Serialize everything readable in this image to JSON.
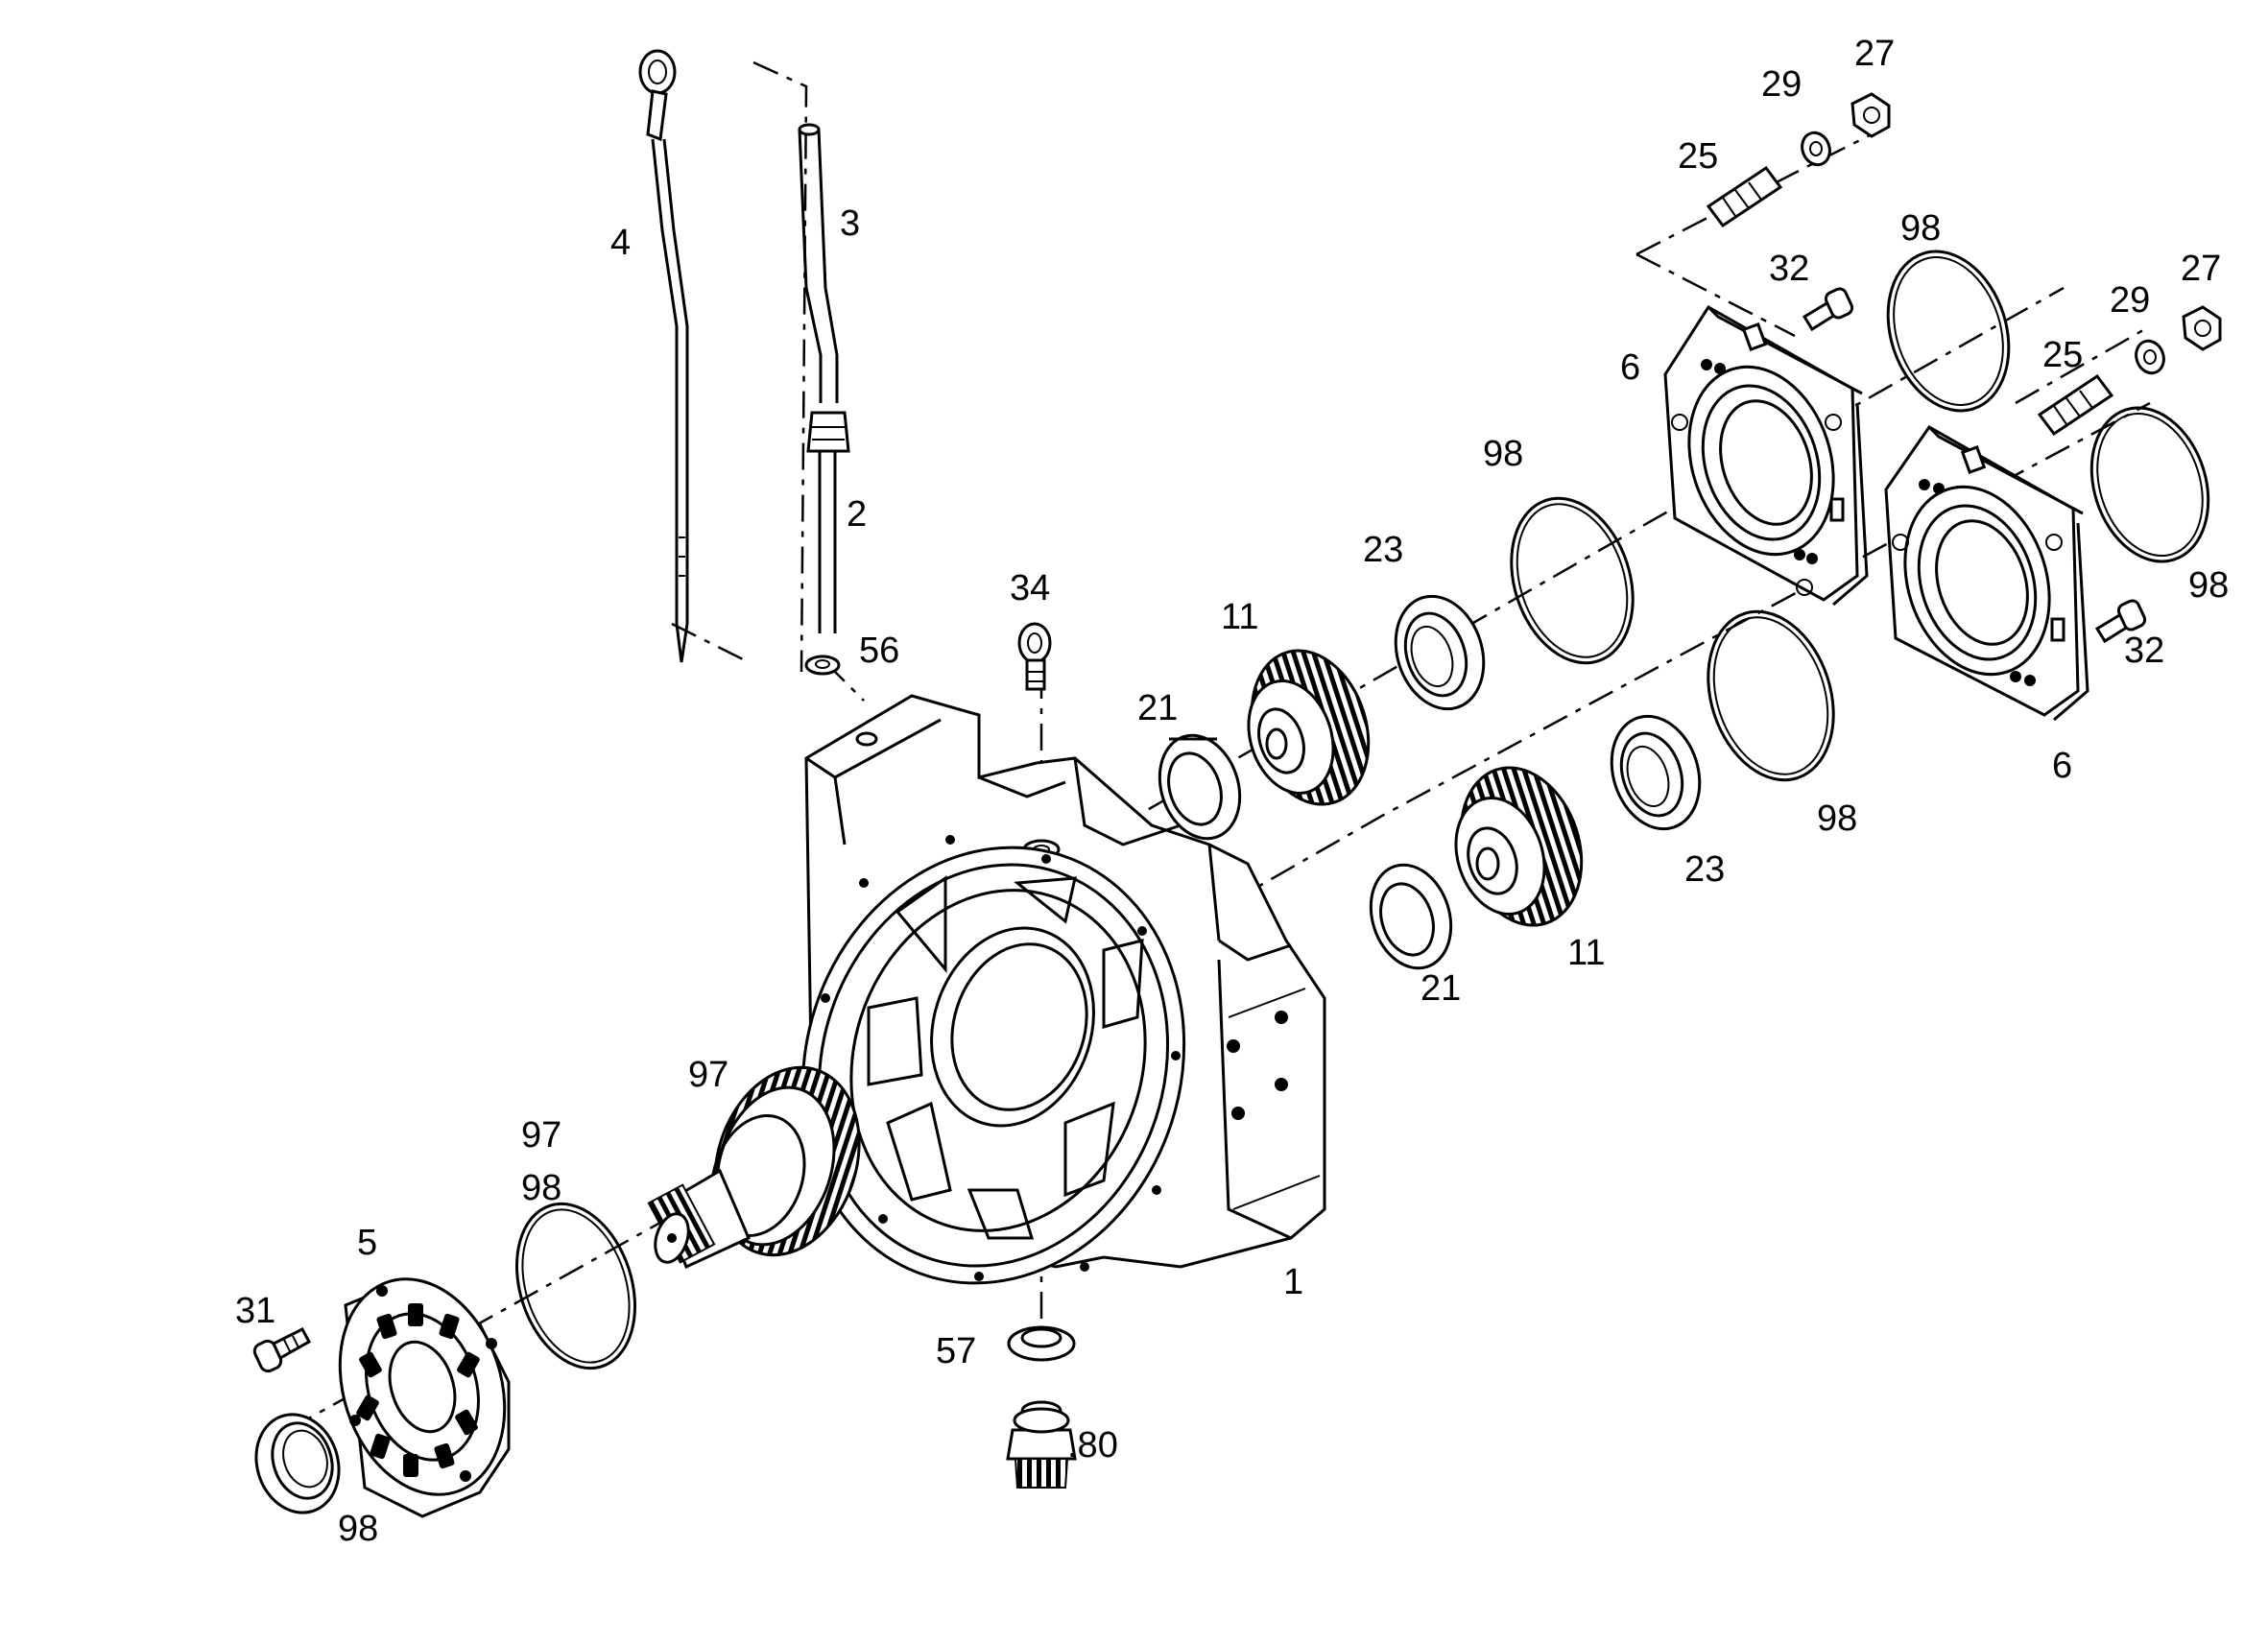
{
  "callouts": {
    "c1": "1",
    "c2": "2",
    "c3": "3",
    "c4": "4",
    "c5": "5",
    "c6a": "6",
    "c6b": "6",
    "c11a": "11",
    "c11b": "11",
    "c21a": "21",
    "c21b": "21",
    "c23a": "23",
    "c23b": "23",
    "c25a": "25",
    "c25b": "25",
    "c27a": "27",
    "c27b": "27",
    "c29a": "29",
    "c29b": "29",
    "c31": "31",
    "c32a": "32",
    "c32b": "32",
    "c34": "34",
    "c56": "56",
    "c57": "57",
    "c80": ".80",
    "c97a": "97",
    "c97b": "97",
    "c98a": "98",
    "c98b": "98",
    "c98c": "98",
    "c98d": "98",
    "c98e": "98",
    "c98f": "98"
  },
  "icons": {
    "housing": "gearbox-housing-icon",
    "gear": "spur-gear-icon",
    "bearing": "ball-bearing-icon",
    "oring": "o-ring-icon",
    "cover": "bearing-cover-icon",
    "dipstick": "dipstick-icon"
  }
}
